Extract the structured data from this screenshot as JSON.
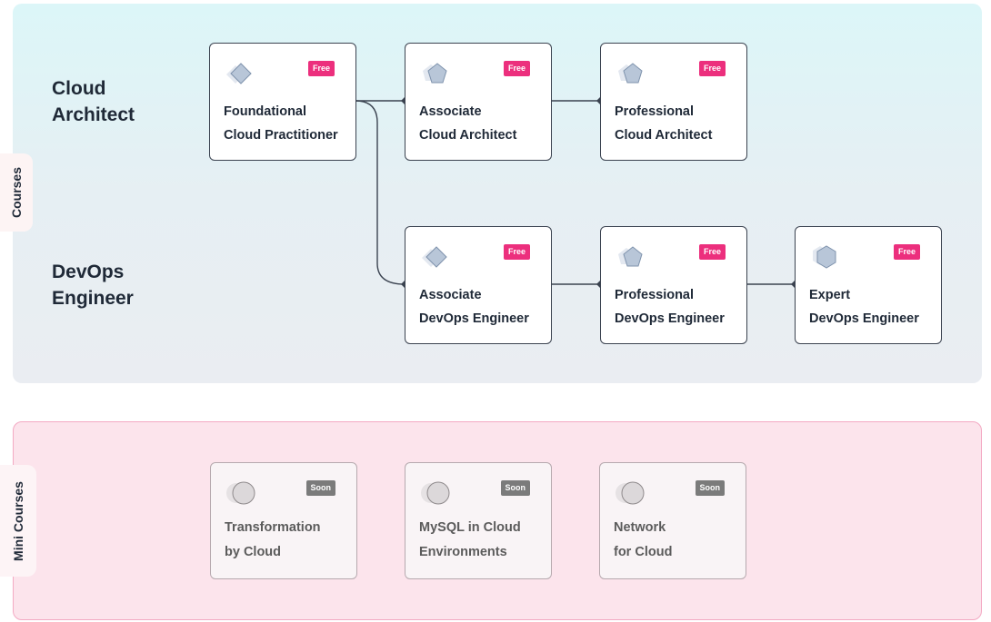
{
  "courses": {
    "tab_label": "Courses",
    "tracks": [
      {
        "title": "Cloud\nArchitect"
      },
      {
        "title": "DevOps\nEngineer"
      }
    ],
    "cards": [
      {
        "title": "Foundational\nCloud Practitioner",
        "badge": "Free",
        "icon": "diamond-icon"
      },
      {
        "title": "Associate\nCloud Architect",
        "badge": "Free",
        "icon": "pentagon-icon"
      },
      {
        "title": "Professional\nCloud Architect",
        "badge": "Free",
        "icon": "pentagon-icon"
      },
      {
        "title": "Associate\nDevOps Engineer",
        "badge": "Free",
        "icon": "diamond-icon"
      },
      {
        "title": "Professional\nDevOps Engineer",
        "badge": "Free",
        "icon": "pentagon-icon"
      },
      {
        "title": "Expert\nDevOps Engineer",
        "badge": "Free",
        "icon": "hexagon-icon"
      }
    ]
  },
  "mini_courses": {
    "tab_label": "Mini Courses",
    "cards": [
      {
        "title": "Transformation\nby Cloud",
        "badge": "Soon",
        "icon": "circle-icon"
      },
      {
        "title": "MySQL in Cloud\nEnvironments",
        "badge": "Soon",
        "icon": "circle-icon"
      },
      {
        "title": "Network\nfor Cloud",
        "badge": "Soon",
        "icon": "circle-icon"
      }
    ]
  },
  "colors": {
    "free_badge": "#ec2f7d",
    "soon_badge": "#7b7b7b",
    "courses_bg": "#e1f3f6",
    "mini_bg": "#fce4ec",
    "connector": "#3b4350"
  }
}
